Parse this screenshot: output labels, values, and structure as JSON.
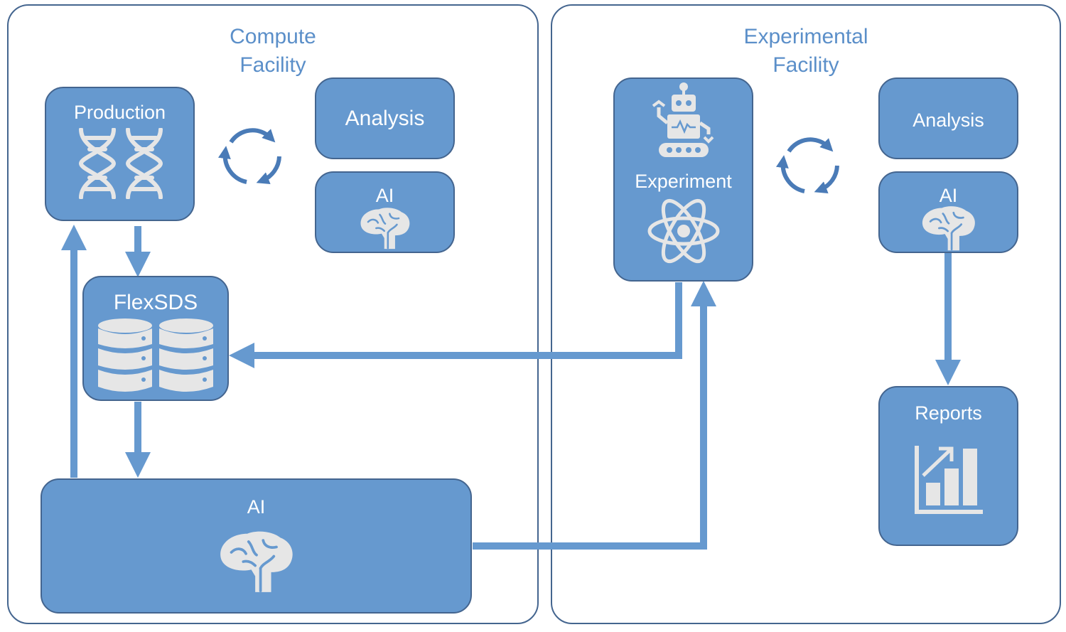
{
  "facilities": {
    "compute": {
      "title": "Compute\nFacility"
    },
    "experimental": {
      "title": "Experimental\nFacility"
    }
  },
  "nodes": {
    "production": "Production",
    "compute_analysis": "Analysis",
    "compute_ai_small": "AI",
    "flexsds": "FlexSDS",
    "compute_ai_main": "AI",
    "experiment": "Experiment",
    "exp_analysis": "Analysis",
    "exp_ai": "AI",
    "reports": "Reports"
  },
  "icons": {
    "production": "dna-icon",
    "flexsds": "database-icon",
    "ai": "brain-icon",
    "experiment_top": "robot-icon",
    "experiment_bottom": "atom-icon",
    "reports": "bar-chart-icon",
    "cycle": "cycle-arrows-icon"
  },
  "colors": {
    "node_fill": "#6699cf",
    "node_border": "#44658f",
    "arrow": "#6699cf",
    "title_text": "#5b8fc9",
    "icon_fill": "#e6e6e6"
  }
}
